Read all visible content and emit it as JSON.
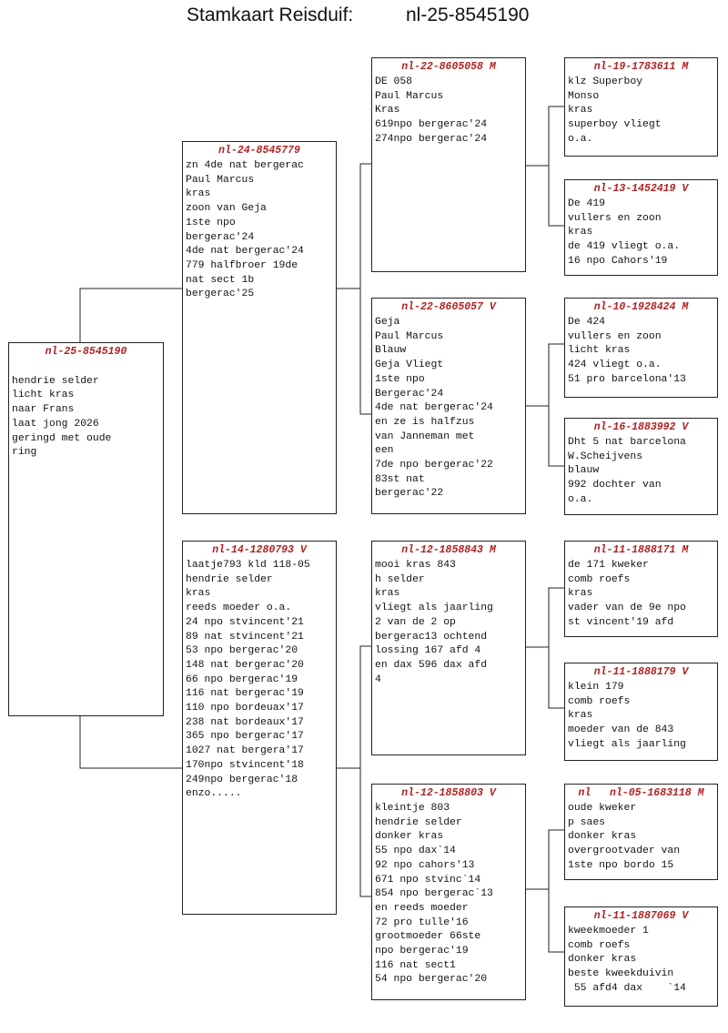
{
  "title": {
    "label": "Stamkaart Reisduif:",
    "ring": "nl-25-8545190"
  },
  "pigeons": {
    "p0": {
      "ring": "nl-25-8545190",
      "lines": [
        "",
        "hendrie selder",
        "licht kras",
        "naar Frans",
        "laat jong 2026",
        "geringd met oude",
        "ring"
      ]
    },
    "p1": {
      "ring": "nl-24-8545779",
      "lines": [
        "zn 4de nat bergerac",
        "Paul Marcus",
        "kras",
        "zoon van Geja",
        "1ste npo",
        "bergerac'24",
        "4de nat bergerac'24",
        "779 halfbroer 19de",
        "nat sect 1b",
        "bergerac'25"
      ]
    },
    "p2": {
      "ring": "nl-14-1280793 V",
      "lines": [
        "laatje793 kld 118-05",
        "hendrie selder",
        "kras",
        "reeds moeder o.a.",
        "24 npo stvincent'21",
        "89 nat stvincent'21",
        "53 npo bergerac'20",
        "148 nat bergerac'20",
        "66 npo bergerac'19",
        "116 nat bergerac'19",
        "110 npo bordeuax'17",
        "238 nat bordeaux'17",
        "365 npo bergerac'17",
        "1027 nat bergera'17",
        "170npo stvincent'18",
        "249npo bergerac'18",
        "enzo....."
      ]
    },
    "p3": {
      "ring": "nl-22-8605058 M",
      "lines": [
        "DE 058",
        "Paul Marcus",
        "Kras",
        "619npo bergerac'24",
        "274npo bergerac'24"
      ]
    },
    "p4": {
      "ring": "nl-22-8605057 V",
      "lines": [
        "Geja",
        "Paul Marcus",
        "Blauw",
        "Geja Vliegt",
        "1ste npo",
        "Bergerac'24",
        "4de nat bergerac'24",
        "en ze is halfzus",
        "van Janneman met",
        "een",
        "7de npo bergerac'22",
        "83st nat",
        "bergerac'22"
      ]
    },
    "p5": {
      "ring": "nl-12-1858843 M",
      "lines": [
        "mooi kras 843",
        "h selder",
        "kras",
        "vliegt als jaarling",
        "2 van de 2 op",
        "bergerac13 ochtend",
        "lossing 167 afd 4",
        "en dax 596 dax afd",
        "4"
      ]
    },
    "p6": {
      "ring": "nl-12-1858803 V",
      "lines": [
        "kleintje 803",
        "hendrie selder",
        "donker kras",
        "55 npo dax`14",
        "92 npo cahors'13",
        "671 npo stvinc`14",
        "854 npo bergerac`13",
        "en reeds moeder",
        "72 pro tulle'16",
        "grootmoeder 66ste",
        "npo bergerac'19",
        "116 nat sect1",
        "54 npo bergerac'20"
      ]
    },
    "p7": {
      "ring": "nl-19-1783611 M",
      "lines": [
        "klz Superboy",
        "Monso",
        "kras",
        "superboy vliegt",
        "o.a."
      ]
    },
    "p8": {
      "ring": "nl-13-1452419 V",
      "lines": [
        "De 419",
        "vullers en zoon",
        "kras",
        "de 419 vliegt o.a.",
        "16 npo Cahors'19"
      ]
    },
    "p9": {
      "ring": "nl-10-1928424 M",
      "lines": [
        "De 424",
        "vullers en zoon",
        "licht kras",
        "424 vliegt o.a.",
        "51 pro barcelona'13"
      ]
    },
    "p10": {
      "ring": "nl-16-1883992 V",
      "lines": [
        "Dht 5 nat barcelona",
        "W.Scheijvens",
        "blauw",
        "992 dochter van",
        "o.a."
      ]
    },
    "p11": {
      "ring": "nl-11-1888171 M",
      "lines": [
        "de 171 kweker",
        "comb roefs",
        "kras",
        "vader van de 9e npo",
        "st vincent'19 afd"
      ]
    },
    "p12": {
      "ring": "nl-11-1888179 V",
      "lines": [
        "klein 179",
        "comb roefs",
        "kras",
        "moeder van de 843",
        "vliegt als jaarling"
      ]
    },
    "p13": {
      "ring": "nl   nl-05-1683118 M",
      "lines": [
        "oude kweker",
        "p saes",
        "donker kras",
        "overgrootvader van",
        "1ste npo bordo 15"
      ]
    },
    "p14": {
      "ring": "nl-11-1887069 V",
      "lines": [
        "kweekmoeder 1",
        "comb roefs",
        "donker kras",
        "beste kweekduivin",
        " 55 afd4 dax    `14"
      ]
    }
  }
}
